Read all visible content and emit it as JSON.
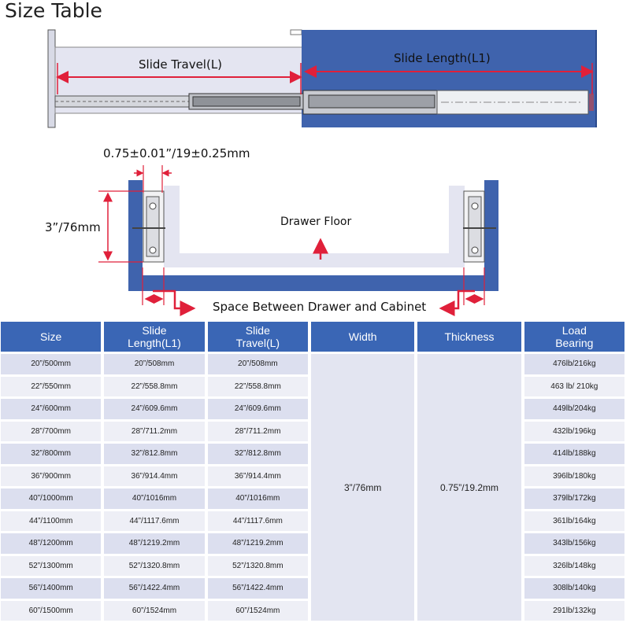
{
  "title": "Size Table",
  "diagram": {
    "slide_travel_label": "Slide Travel(L)",
    "slide_length_label": "Slide Length(L1)",
    "thickness_label": "0.75±0.01”/19±0.25mm",
    "height_label": "3”/76mm",
    "drawer_floor_label": "Drawer Floor",
    "gap_label": "Space Between Drawer and Cabinet"
  },
  "colors": {
    "header_blue": "#3a66b5",
    "panel_blue": "#3f63ad",
    "arrow_red": "#e0203a"
  },
  "table": {
    "headers": [
      {
        "line1": "Size",
        "line2": ""
      },
      {
        "line1": "Slide",
        "line2": "Length(L1)"
      },
      {
        "line1": "Slide",
        "line2": "Travel(L)"
      },
      {
        "line1": "Width",
        "line2": ""
      },
      {
        "line1": "Thickness",
        "line2": ""
      },
      {
        "line1": "Load",
        "line2": "Bearing"
      }
    ],
    "width_value": "3”/76mm",
    "thickness_value": "0.75”/19.2mm",
    "rows": [
      {
        "size": "20”/500mm",
        "length": "20”/508mm",
        "travel": "20”/508mm",
        "load": "476lb/216kg"
      },
      {
        "size": "22”/550mm",
        "length": "22”/558.8mm",
        "travel": "22”/558.8mm",
        "load": "463 lb/ 210kg"
      },
      {
        "size": "24”/600mm",
        "length": "24”/609.6mm",
        "travel": "24”/609.6mm",
        "load": "449lb/204kg"
      },
      {
        "size": "28”/700mm",
        "length": "28”/711.2mm",
        "travel": "28”/711.2mm",
        "load": "432lb/196kg"
      },
      {
        "size": "32”/800mm",
        "length": "32”/812.8mm",
        "travel": "32”/812.8mm",
        "load": "414lb/188kg"
      },
      {
        "size": "36”/900mm",
        "length": "36”/914.4mm",
        "travel": "36”/914.4mm",
        "load": "396lb/180kg"
      },
      {
        "size": "40”/1000mm",
        "length": "40”/1016mm",
        "travel": "40”/1016mm",
        "load": "379lb/172kg"
      },
      {
        "size": "44”/1100mm",
        "length": "44”/1117.6mm",
        "travel": "44”/1117.6mm",
        "load": "361lb/164kg"
      },
      {
        "size": "48”/1200mm",
        "length": "48”/1219.2mm",
        "travel": "48”/1219.2mm",
        "load": "343lb/156kg"
      },
      {
        "size": "52”/1300mm",
        "length": "52”/1320.8mm",
        "travel": "52”/1320.8mm",
        "load": "326lb/148kg"
      },
      {
        "size": "56”/1400mm",
        "length": "56”/1422.4mm",
        "travel": "56”/1422.4mm",
        "load": "308lb/140kg"
      },
      {
        "size": "60”/1500mm",
        "length": "60”/1524mm",
        "travel": "60”/1524mm",
        "load": "291lb/132kg"
      }
    ]
  }
}
